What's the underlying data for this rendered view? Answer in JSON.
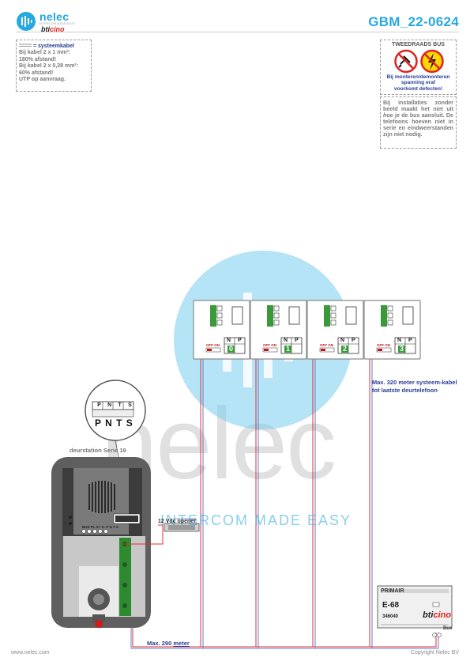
{
  "header": {
    "doc_id": "GBM_22-0624",
    "logo_word": "nelec",
    "logo_tagline": "INTERCOM MADE EASY",
    "logo_brand_main": "bti",
    "logo_brand_accent": "cino"
  },
  "cable_note": {
    "title": "= systeemkabel",
    "lines": [
      "Bij kabel 2 x 1 mm²:",
      "180% afstand!",
      "Bij kabel 2 x 0,28 mm²:",
      "60% afstand!",
      "UTP op aanvraag."
    ]
  },
  "warning": {
    "title": "TWEEDRAADS BUS",
    "lines": [
      "Bij monteren/demonteren",
      "spanning eraf",
      "voorkomt defecten!"
    ]
  },
  "info": {
    "part1": "Bij installaties zonder beeld maakt het niet uit ",
    "emph": "hoe",
    "part2": " je de bus aansluit. De telefoons hoeven niet in serie en eindweerstanden zijn niet nodig."
  },
  "diagram": {
    "watermark_word": "nelec",
    "watermark_tagline": "INTERCOM MADE EASY",
    "door_station_label": "deurstation Serie 19",
    "terminal_labels": [
      "P",
      "N",
      "T",
      "S"
    ],
    "terminal_big": "P N T S",
    "bus_terminal_label": "BUS PL S+ S- P N T S",
    "opener_label": "12 Vdc opener",
    "max_distance_phones": "Max. 320 meter systeem-kabel tot laatste deurtelefoon",
    "max_distance_prefix": "Max. 290 ",
    "max_distance_unit": "meter",
    "phones": [
      {
        "number": "0",
        "n_label": "N",
        "p_label": "P",
        "switch_label": "OFF ON"
      },
      {
        "number": "1",
        "n_label": "N",
        "p_label": "P",
        "switch_label": "OFF ON"
      },
      {
        "number": "2",
        "n_label": "N",
        "p_label": "P",
        "switch_label": "OFF ON"
      },
      {
        "number": "3",
        "n_label": "N",
        "p_label": "P",
        "switch_label": "OFF ON"
      }
    ],
    "power_supply": {
      "primary_label": "PRIMAIR",
      "model": "E-68",
      "code": "346040",
      "brand_main": "bti",
      "brand_accent": "cino",
      "bus_label": "Bus"
    }
  },
  "footer": {
    "website": "www.nelec.com",
    "copyright": "Copyright Nelec BV"
  },
  "colors": {
    "accent_blue": "#26a9e0",
    "text_blue": "#2a3e9a",
    "bus_wire_red": "#e03030",
    "bus_wire_blue": "#6a78c8",
    "terminal_green": "#3a9a3a"
  }
}
